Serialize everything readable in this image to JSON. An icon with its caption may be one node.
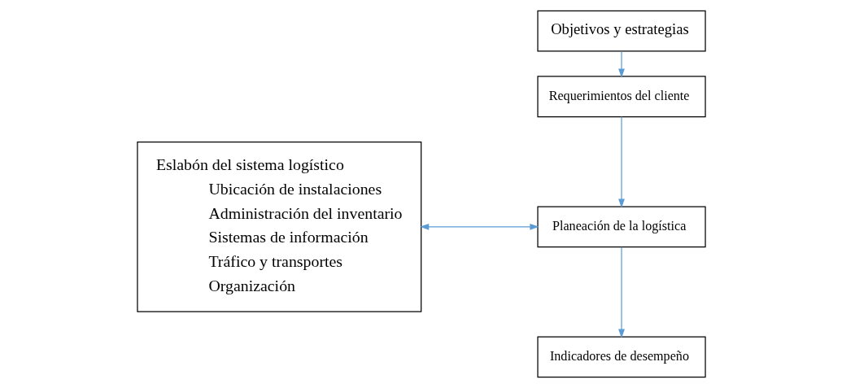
{
  "diagram": {
    "nodes": [
      {
        "text": [
          "Eslabón del sistema logístico",
          "Ubicación de instalaciones",
          "Administración del inventario",
          "Sistemas de información",
          "Tráfico y transportes",
          "Organización"
        ]
      },
      {
        "text": [
          "Objetivos y estrategias"
        ]
      },
      {
        "text": [
          "Requerimientos del cliente"
        ]
      },
      {
        "text": [
          "Planeación de la logística"
        ]
      },
      {
        "text": [
          "Indicadores de desempeño"
        ]
      }
    ],
    "edges": [
      {
        "from": 0,
        "to": 3,
        "arrow": "both"
      },
      {
        "from": 1,
        "to": 2,
        "arrow": "to"
      },
      {
        "from": 2,
        "to": 3,
        "arrow": "to"
      },
      {
        "from": 3,
        "to": 4,
        "arrow": "to"
      }
    ]
  }
}
